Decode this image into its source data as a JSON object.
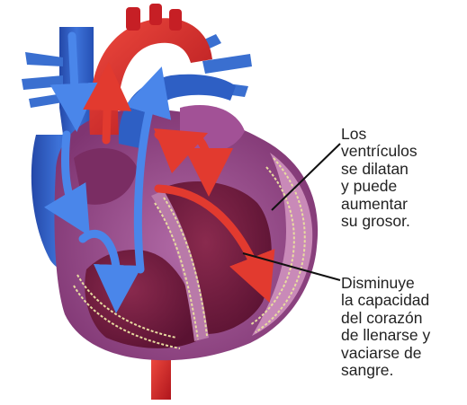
{
  "illustration": {
    "subject": "heart-cross-section",
    "colors": {
      "aorta_red": "#d3272b",
      "vein_blue": "#2f63c8",
      "arrow_blue": "#3f7be0",
      "chamber_purple": "#9e4f93",
      "wall_pink": "#c98ab8",
      "dark_muscle": "#6b1c3a",
      "fiber_yellow": "#e8dca0"
    }
  },
  "callouts": [
    {
      "id": "ventricles",
      "text": "Los\nventrículos\nse dilatan\ny puede\naumentar\nsu grosor."
    },
    {
      "id": "capacity",
      "text": "Disminuye\nla capacidad\ndel corazón\nde llenarse y\nvaciarse de\nsangre."
    }
  ]
}
